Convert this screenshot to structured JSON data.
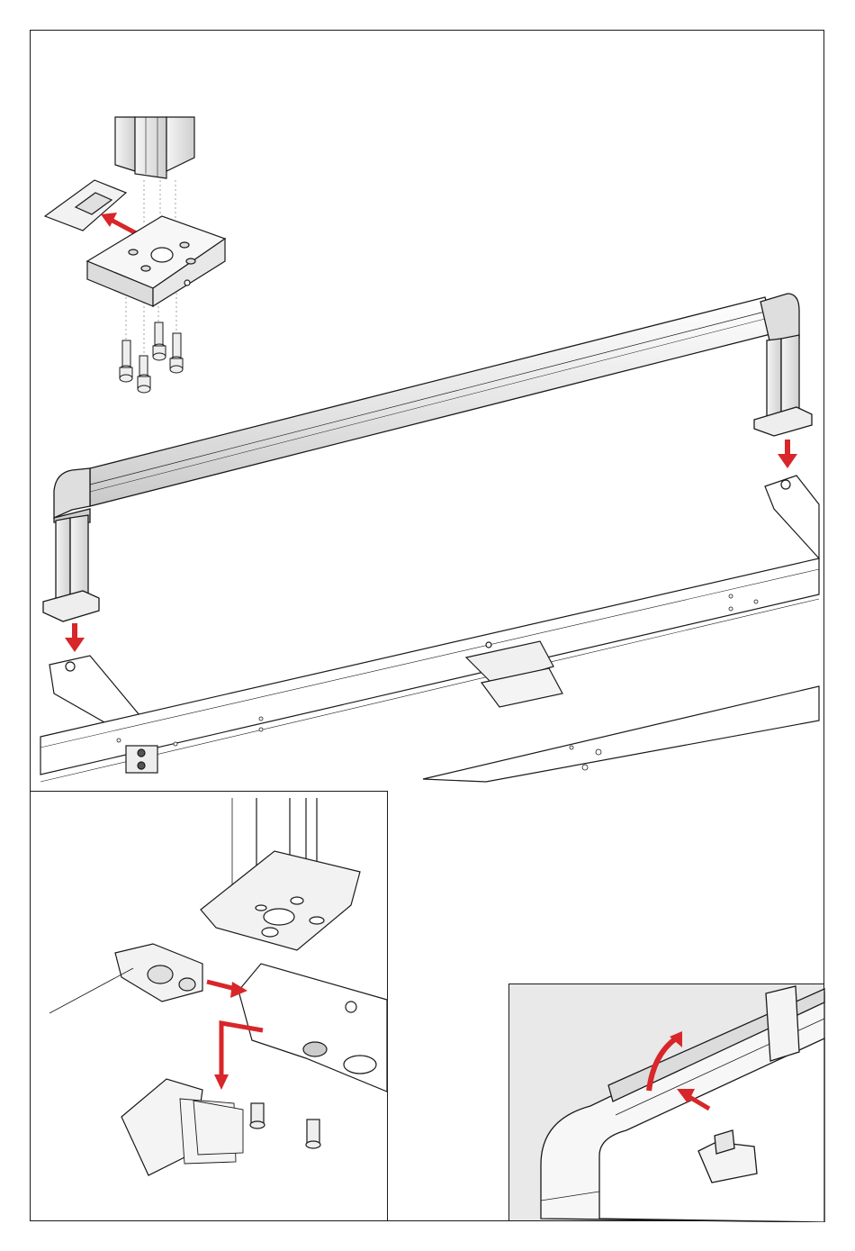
{
  "figure": {
    "description_hidden": "",
    "arrow_color": "#d8262a",
    "line_color": "#1a1a1a",
    "part_fill": "#f2f2f2",
    "shade_fill": "#d9d9d9",
    "panels": [
      "main-assembly",
      "inset-end-cap",
      "inset-clip"
    ],
    "icons": [
      "arrow-icon",
      "curved-arrow-icon"
    ]
  }
}
